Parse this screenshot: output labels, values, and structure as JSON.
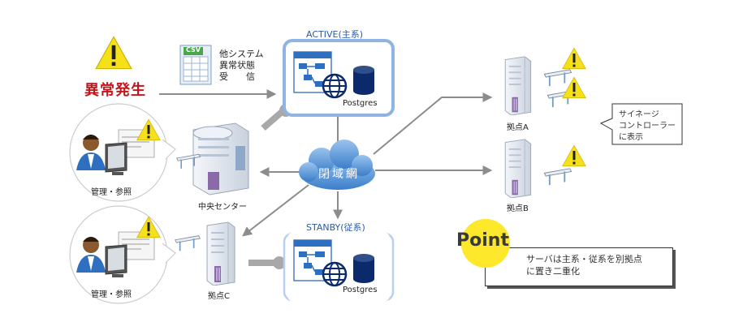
{
  "alert": {
    "label": "異常発生"
  },
  "csv": {
    "badge": "CSV",
    "lines": [
      "他システム",
      "異常状態",
      "受　　信"
    ]
  },
  "active": {
    "title": "ACTIVE(主系)",
    "db_label": "Postgres"
  },
  "standby": {
    "title": "STANBY(従系)",
    "db_label": "Postgres"
  },
  "network": {
    "label": "閉域網"
  },
  "center": {
    "label": "中央センター"
  },
  "admin_top": {
    "label": "管理・参照"
  },
  "admin_bottom": {
    "label": "管理・参照"
  },
  "site_a": {
    "label": "拠点A"
  },
  "site_b": {
    "label": "拠点B"
  },
  "site_c": {
    "label": "拠点C"
  },
  "signage": {
    "lines": [
      "サイネージ",
      "コントローラー",
      "に表示"
    ]
  },
  "point": {
    "title": "Point",
    "lines": [
      "サーバは主系・従系を別拠点",
      "に置き二重化"
    ]
  },
  "colors": {
    "accent_blue": "#8fb4e3",
    "arrow_gray": "#888888",
    "alert_yellow": "#f6e01a",
    "alert_red": "#c0181c",
    "point_yellow": "#fde82b"
  }
}
